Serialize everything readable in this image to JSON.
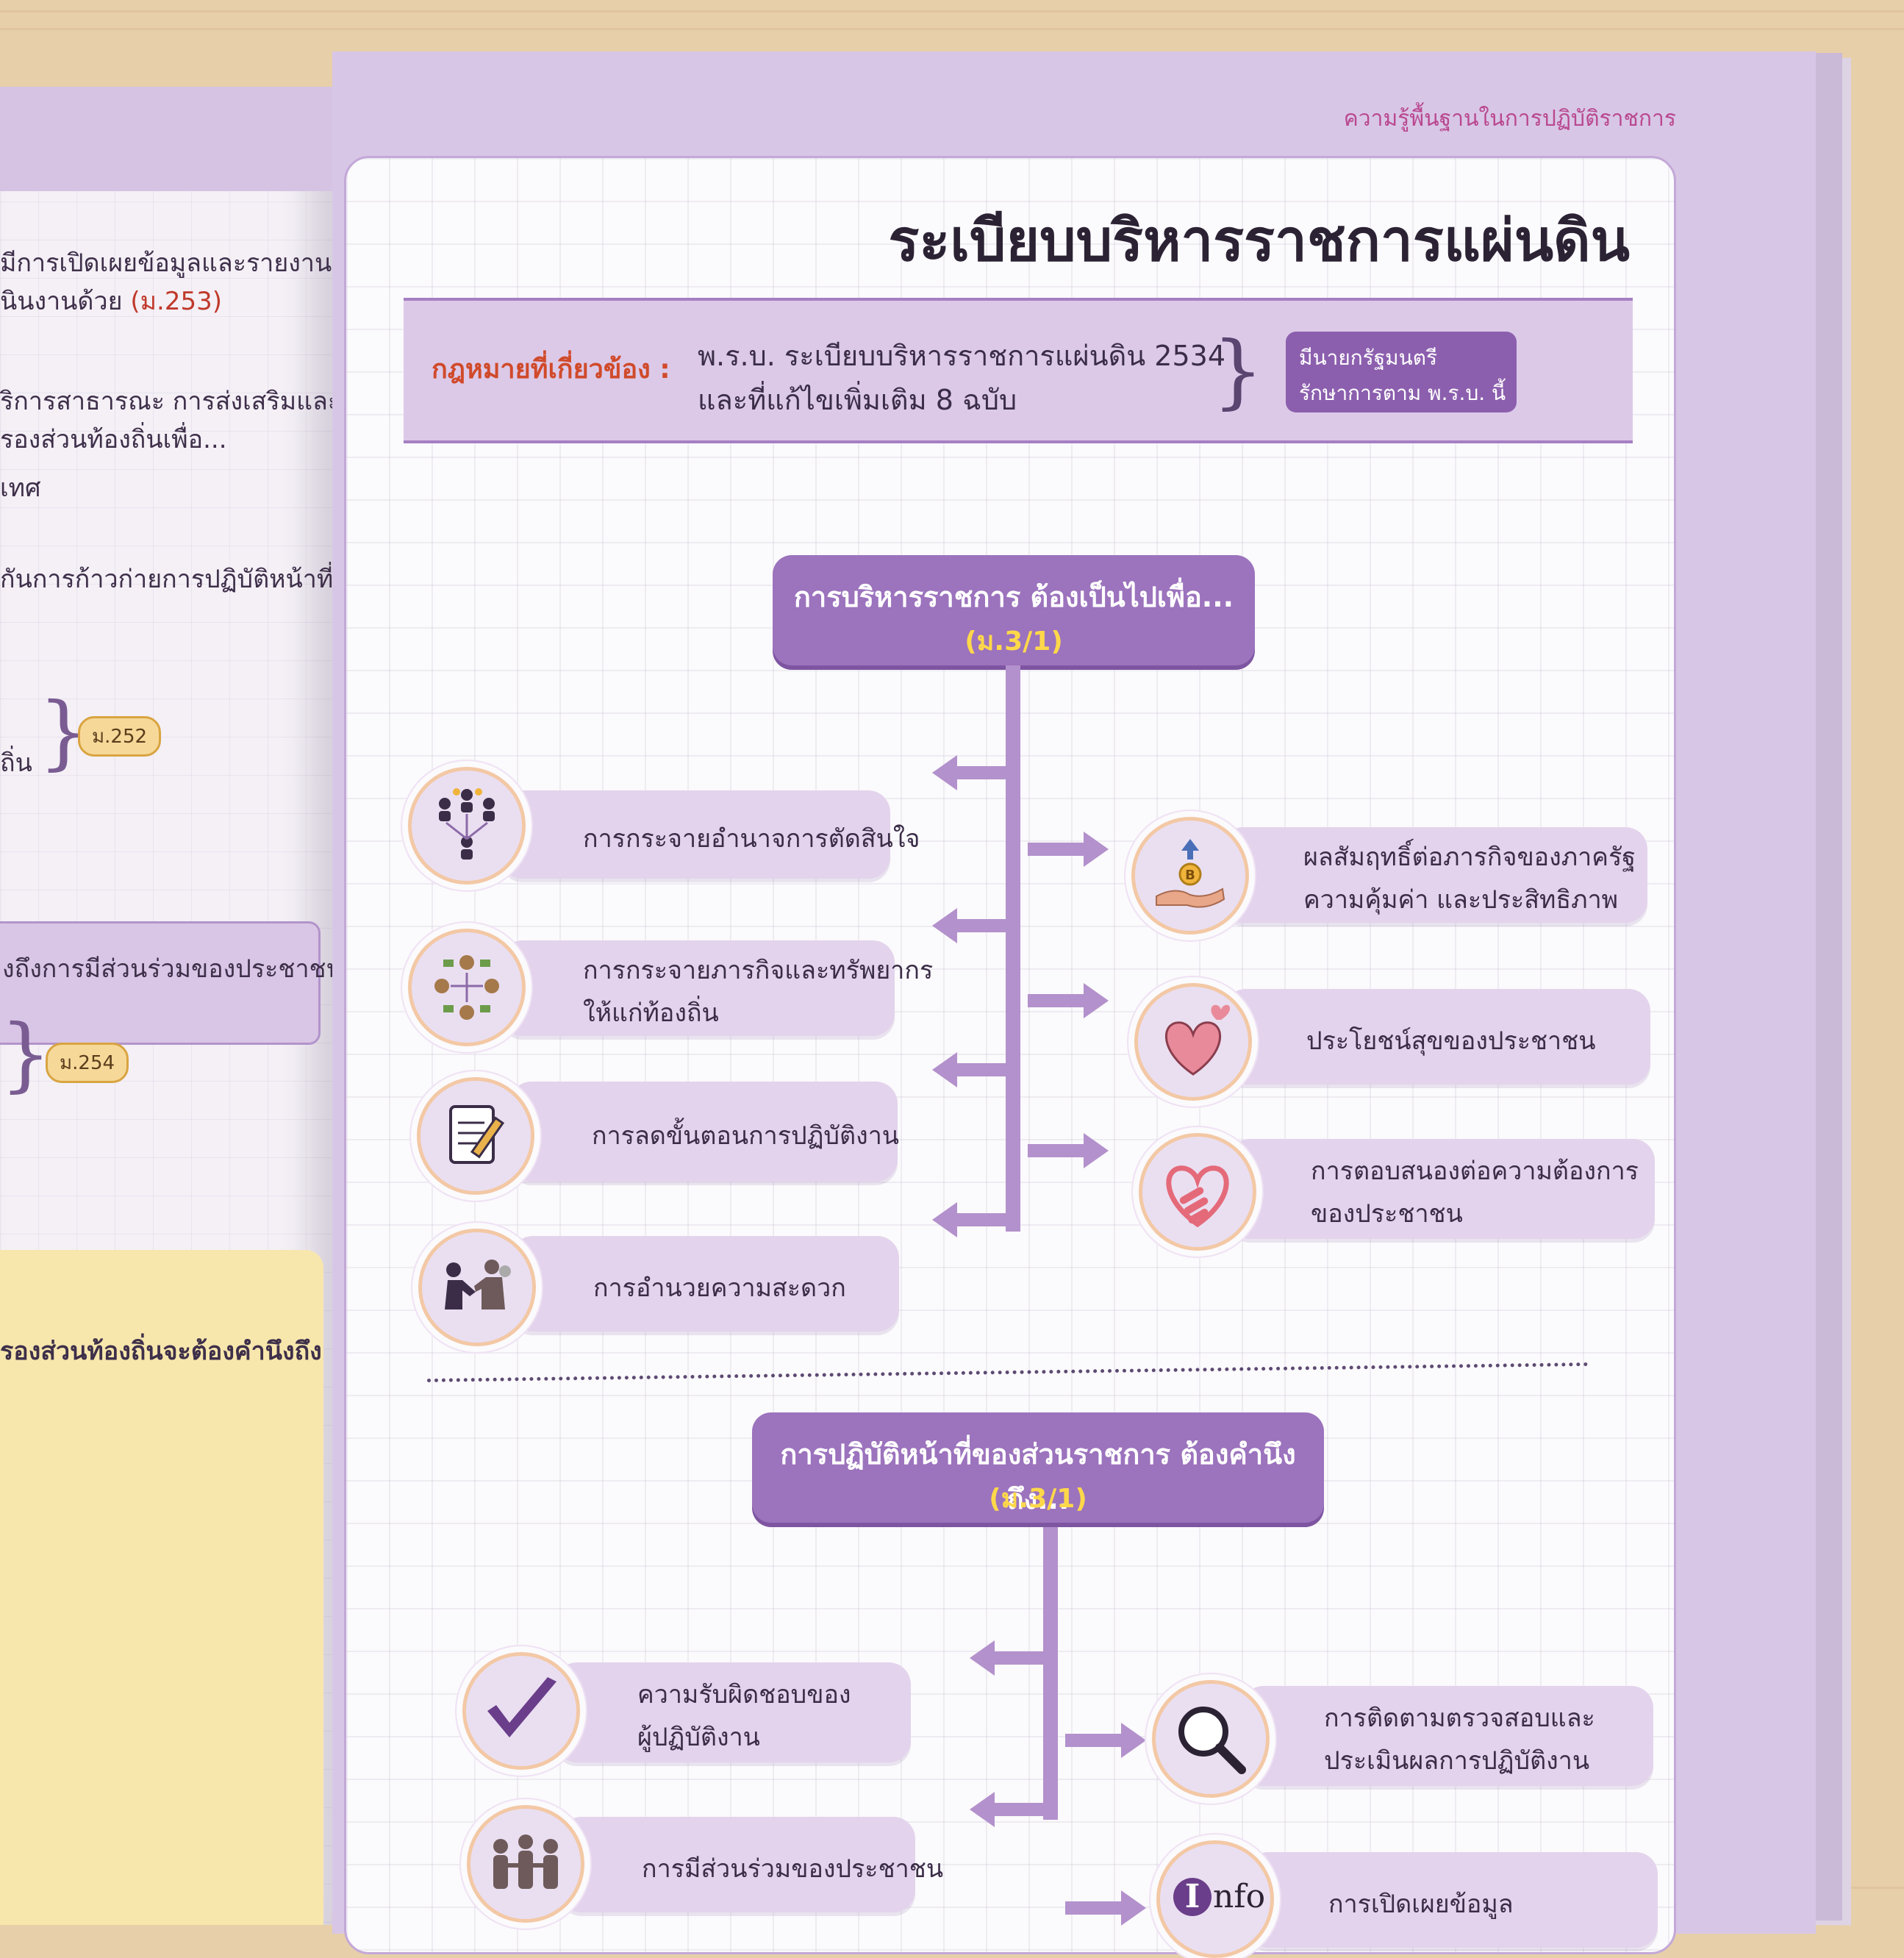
{
  "left_page": {
    "lines": [
      {
        "text": "มีการเปิดเผยข้อมูลและรายงาน"
      },
      {
        "text": "นินงานด้วย",
        "ref": "(ม.253)"
      },
      {
        "text": "ริการสาธารณะ การส่งเสริมและ"
      },
      {
        "text": "รองส่วนท้องถิ่นเพื่อ..."
      },
      {
        "text": "เทศ"
      },
      {
        "text": "กันการก้าวก่ายการปฏิบัติหน้าที่"
      },
      {
        "text": "ถิ่น"
      }
    ],
    "tag_252": "ม.252",
    "tag_254": "ม.254",
    "box_text": "งถึงการมีส่วนร่วมของประชาชน",
    "yellow_text": "รองส่วนท้องถิ่นจะต้องคำนึงถึง"
  },
  "right_page": {
    "running_head": "ความรู้พื้นฐานในการปฏิบัติราชการ",
    "title": "ระเบียบบริหารราชการแผ่นดิน",
    "law": {
      "label": "กฎหมายที่เกี่ยวข้อง :",
      "line1": "พ.ร.บ. ระเบียบบริหารราชการแผ่นดิน 2534",
      "line2": "และที่แก้ไขเพิ่มเติม 8 ฉบับ",
      "badge_line1": "มีนายกรัฐมนตรี",
      "badge_line2": "รักษาการตาม พ.ร.บ. นี้"
    },
    "section1": {
      "heading": "การบริหารราชการ ต้องเป็นไปเพื่อ...",
      "ref": "(ม.3/1)",
      "left_items": [
        {
          "icon": "people-network-icon",
          "lines": [
            "การกระจายอำนาจการตัดสินใจ"
          ]
        },
        {
          "icon": "money-bags-icon",
          "lines": [
            "การกระจายภารกิจและทรัพยากร",
            "ให้แก่ท้องถิ่น"
          ]
        },
        {
          "icon": "notepad-pencil-icon",
          "lines": [
            "การลดขั้นตอนการปฏิบัติงาน"
          ]
        },
        {
          "icon": "handshake-people-icon",
          "lines": [
            "การอำนวยความสะดวก"
          ]
        }
      ],
      "right_items": [
        {
          "icon": "coin-hand-icon",
          "lines": [
            "ผลสัมฤทธิ์ต่อภารกิจของภาครัฐ",
            "ความคุ้มค่า และประสิทธิภาพ"
          ]
        },
        {
          "icon": "hearts-icon",
          "lines": [
            "ประโยชน์สุขของประชาชน"
          ]
        },
        {
          "icon": "heart-hands-icon",
          "lines": [
            "การตอบสนองต่อความต้องการ",
            "ของประชาชน"
          ]
        }
      ]
    },
    "section2": {
      "heading": "การปฏิบัติหน้าที่ของส่วนราชการ ต้องคำนึงถึง...",
      "ref": "(ม.3/1)",
      "left_items": [
        {
          "icon": "checkmark-icon",
          "lines": [
            "ความรับผิดชอบของ",
            "ผู้ปฏิบัติงาน"
          ]
        },
        {
          "icon": "people-group-icon",
          "lines": [
            "การมีส่วนร่วมของประชาชน"
          ]
        }
      ],
      "right_items": [
        {
          "icon": "magnifier-icon",
          "lines": [
            "การติดตามตรวจสอบและ",
            "ประเมินผลการปฏิบัติงาน"
          ]
        },
        {
          "icon": "info-icon",
          "icon_text": "Info",
          "lines": [
            "การเปิดเผยข้อมูล"
          ]
        }
      ]
    }
  },
  "colors": {
    "accent_purple": "#9c73bd",
    "light_purple": "#e3d3ec",
    "label_red": "#d04a2a",
    "ref_yellow": "#ffd84a"
  }
}
